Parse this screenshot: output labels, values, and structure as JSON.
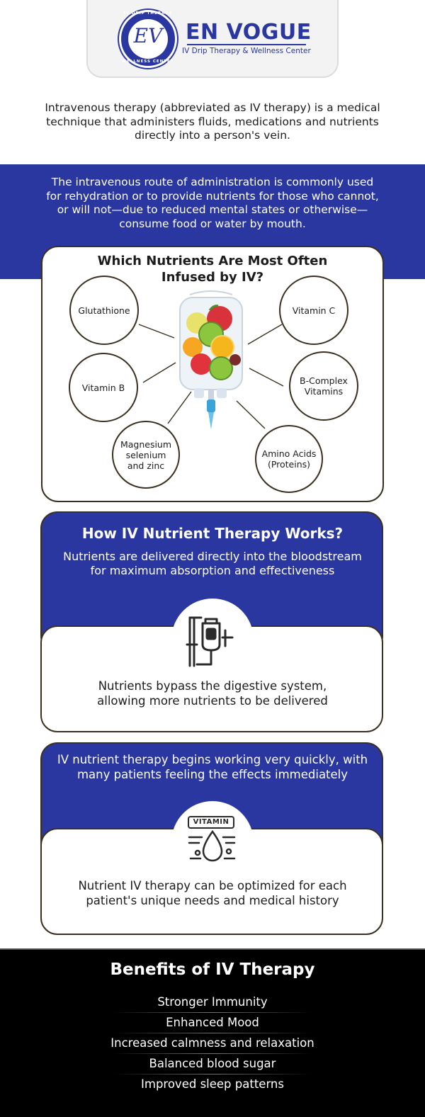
{
  "brand": {
    "name": "EN VOGUE",
    "tagline": "IV Drip Therapy & Wellness Center",
    "badge_top": "IV DRIP THERAPY",
    "badge_bottom": "WELLNESS CENTER",
    "monogram": "EV",
    "color": "#2b37a1"
  },
  "intro": "Intravenous therapy (abbreviated as IV therapy) is a medical technique that administers fluids, medications and nutrients directly into a person's vein.",
  "band_text": "The intravenous route of administration is commonly used for rehydration or to provide nutrients for those who cannot, or will not—due to reduced mental states or otherwise—consume food or water by mouth.",
  "nutrients": {
    "title": "Which Nutrients Are Most Often Infused by IV?",
    "items": {
      "glutathione": "Glutathione",
      "vitamin_c": "Vitamin C",
      "vitamin_b": "Vitamin B",
      "b_complex": "B-Complex Vitamins",
      "magnesium": "Magnesium selenium and zinc",
      "amino": "Amino Acids (Proteins)"
    }
  },
  "how": {
    "title": "How IV Nutrient Therapy Works?",
    "subtitle": "Nutrients are delivered directly into the bloodstream for maximum absorption and effectiveness",
    "detail": "Nutrients bypass the digestive system, allowing more nutrients to be delivered"
  },
  "speed": {
    "text": "IV nutrient therapy begins working very quickly, with many patients feeling the effects immediately",
    "icon_label": "VITAMIN",
    "detail": "Nutrient IV therapy can be optimized for each patient's unique needs and medical history"
  },
  "benefits": {
    "title": "Benefits of IV Therapy",
    "items": [
      "Stronger Immunity",
      "Enhanced Mood",
      "Increased calmness and relaxation",
      "Balanced blood sugar",
      "Improved sleep patterns"
    ]
  },
  "icons": [
    "iv-bag-fruit-icon",
    "iv-drip-stand-icon",
    "vitamin-drop-icon"
  ]
}
